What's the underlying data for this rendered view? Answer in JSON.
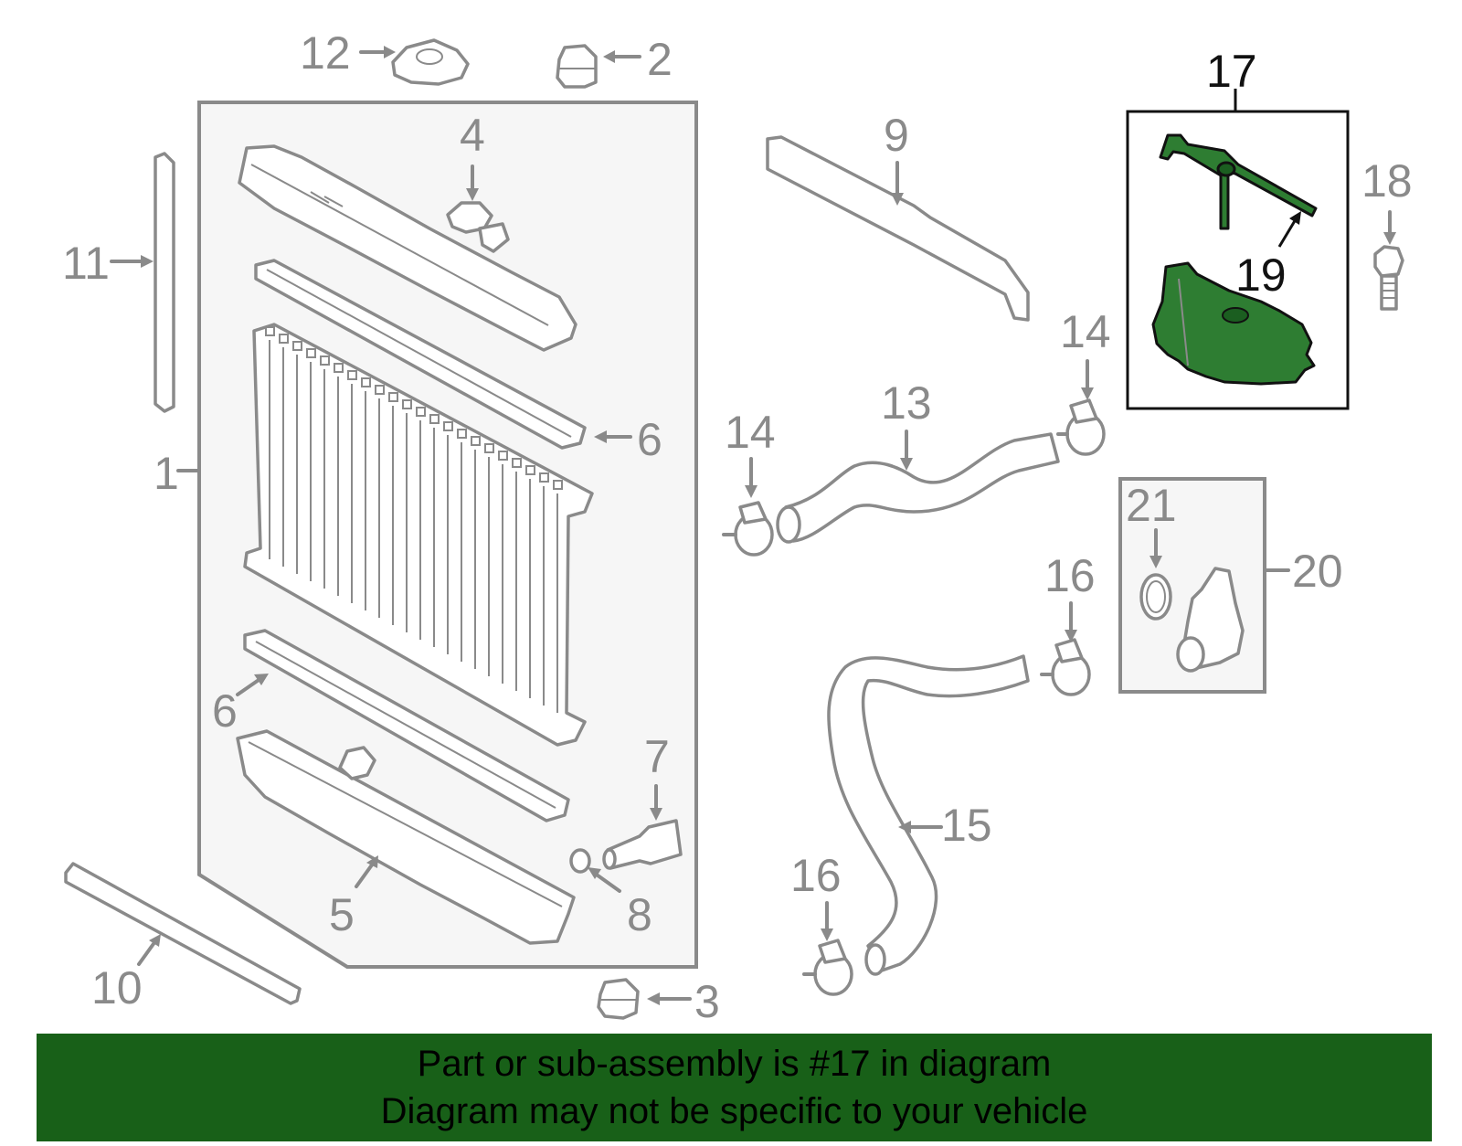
{
  "diagram": {
    "callouts": [
      {
        "id": "1",
        "label": "1"
      },
      {
        "id": "2",
        "label": "2"
      },
      {
        "id": "3",
        "label": "3"
      },
      {
        "id": "4",
        "label": "4"
      },
      {
        "id": "5",
        "label": "5"
      },
      {
        "id": "6a",
        "label": "6"
      },
      {
        "id": "6b",
        "label": "6"
      },
      {
        "id": "7",
        "label": "7"
      },
      {
        "id": "8",
        "label": "8"
      },
      {
        "id": "9",
        "label": "9"
      },
      {
        "id": "10",
        "label": "10"
      },
      {
        "id": "11",
        "label": "11"
      },
      {
        "id": "12",
        "label": "12"
      },
      {
        "id": "13",
        "label": "13"
      },
      {
        "id": "14a",
        "label": "14"
      },
      {
        "id": "14b",
        "label": "14"
      },
      {
        "id": "15",
        "label": "15"
      },
      {
        "id": "16a",
        "label": "16"
      },
      {
        "id": "16b",
        "label": "16"
      },
      {
        "id": "17",
        "label": "17"
      },
      {
        "id": "18",
        "label": "18"
      },
      {
        "id": "19",
        "label": "19"
      },
      {
        "id": "20",
        "label": "20"
      },
      {
        "id": "21",
        "label": "21"
      }
    ],
    "highlight_color": "#2e7d32",
    "line_color": "#8a8a8a"
  },
  "banner": {
    "line1": "Part or sub-assembly is #17 in diagram",
    "line2": "Diagram may not be specific to your vehicle",
    "background": "#186018"
  }
}
